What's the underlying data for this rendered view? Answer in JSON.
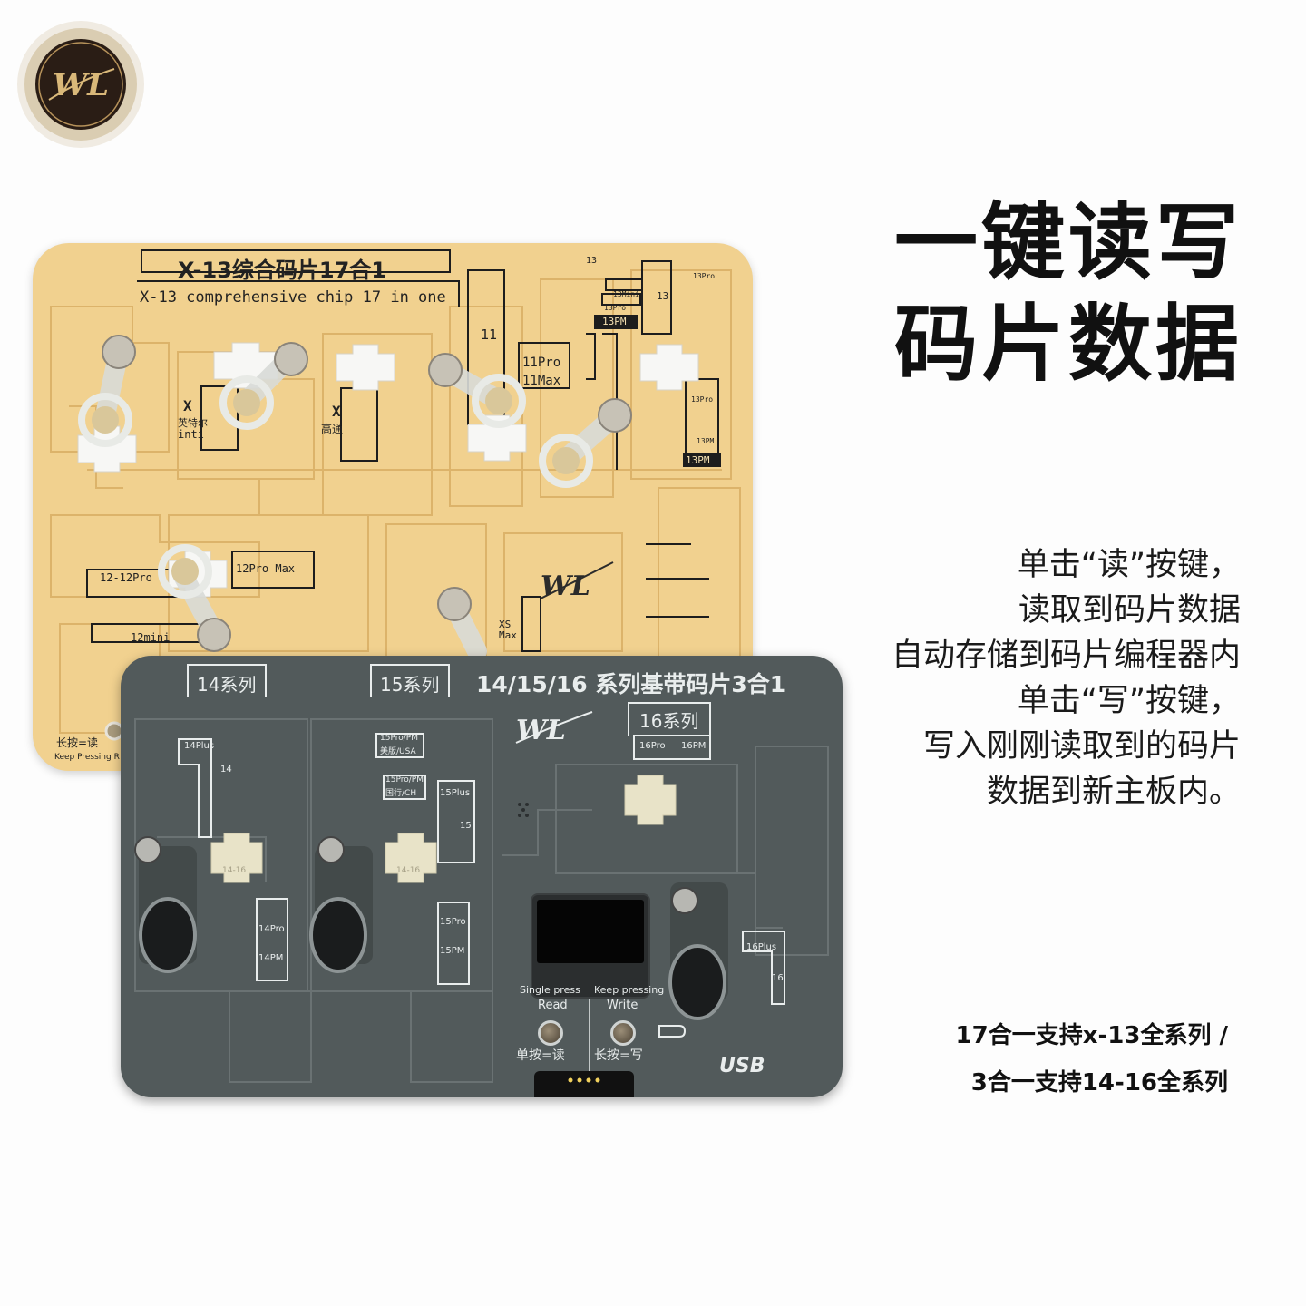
{
  "brand": {
    "logo_text": "WL"
  },
  "headline": {
    "line1": "一键读写",
    "line2": "码片数据"
  },
  "description": [
    "单击“读”按键，",
    "读取到码片数据",
    "自动存储到码片编程器内",
    "单击“写”按键，",
    "写入刚刚读取到的码片",
    "数据到新主板内。"
  ],
  "support": [
    "17合一支持x-13全系列 /",
    "3合一支持14-16全系列"
  ],
  "yellow_board": {
    "title_cn": "X-13综合码片17合1",
    "title_en": "X-13 comprehensive chip 17 in one",
    "labels": {
      "x_intel": "X",
      "intel_cn": "英特尔",
      "intel_en": "inti",
      "x_qualcomm": "X",
      "qualcomm_cn": "高通",
      "m11": "11",
      "m11pro": "11Pro",
      "m11max": "11Max",
      "m13_top": "13",
      "m13mini": "13Mini",
      "m13pro_a": "13Pro",
      "m13pm_a": "13PM",
      "m13_b": "13",
      "m13pro_b": "13Pro",
      "m13pro_c": "13Pro",
      "m13pm_b": "13PM",
      "m13pm_c": "13PM",
      "m12_12pro": "12-12Pro",
      "m12promax": "12Pro Max",
      "m12mini": "12mini",
      "xsmax_1": "XS",
      "xsmax_2": "Max",
      "long_press_cn": "长按=读",
      "long_press_en": "Keep Pressing R"
    },
    "logo": "WL"
  },
  "dark_board": {
    "title": "14/15/16 系列基带码片3合1",
    "tab14": "14系列",
    "tab15": "15系列",
    "tab16": "16系列",
    "labels": {
      "m14plus": "14Plus",
      "m14": "14",
      "m14pro": "14Pro",
      "m14pm": "14PM",
      "m15propm_usa": "15Pro/PM",
      "usa": "美版/USA",
      "m15propm_ch": "15Pro/PM",
      "ch": "国行/CH",
      "m15plus": "15Plus",
      "m15": "15",
      "m15pro": "15Pro",
      "m15pm": "15PM",
      "m16pro": "16Pro",
      "m16pm": "16PM",
      "m16plus": "16Plus",
      "m16": "16",
      "chip_label": "14-16"
    },
    "single_press": "Single press",
    "read": "Read",
    "keep_pressing": "Keep pressing",
    "write": "Write",
    "read_cn": "单按=读",
    "write_cn": "长按=写",
    "usb": "USB",
    "logo": "WL"
  }
}
